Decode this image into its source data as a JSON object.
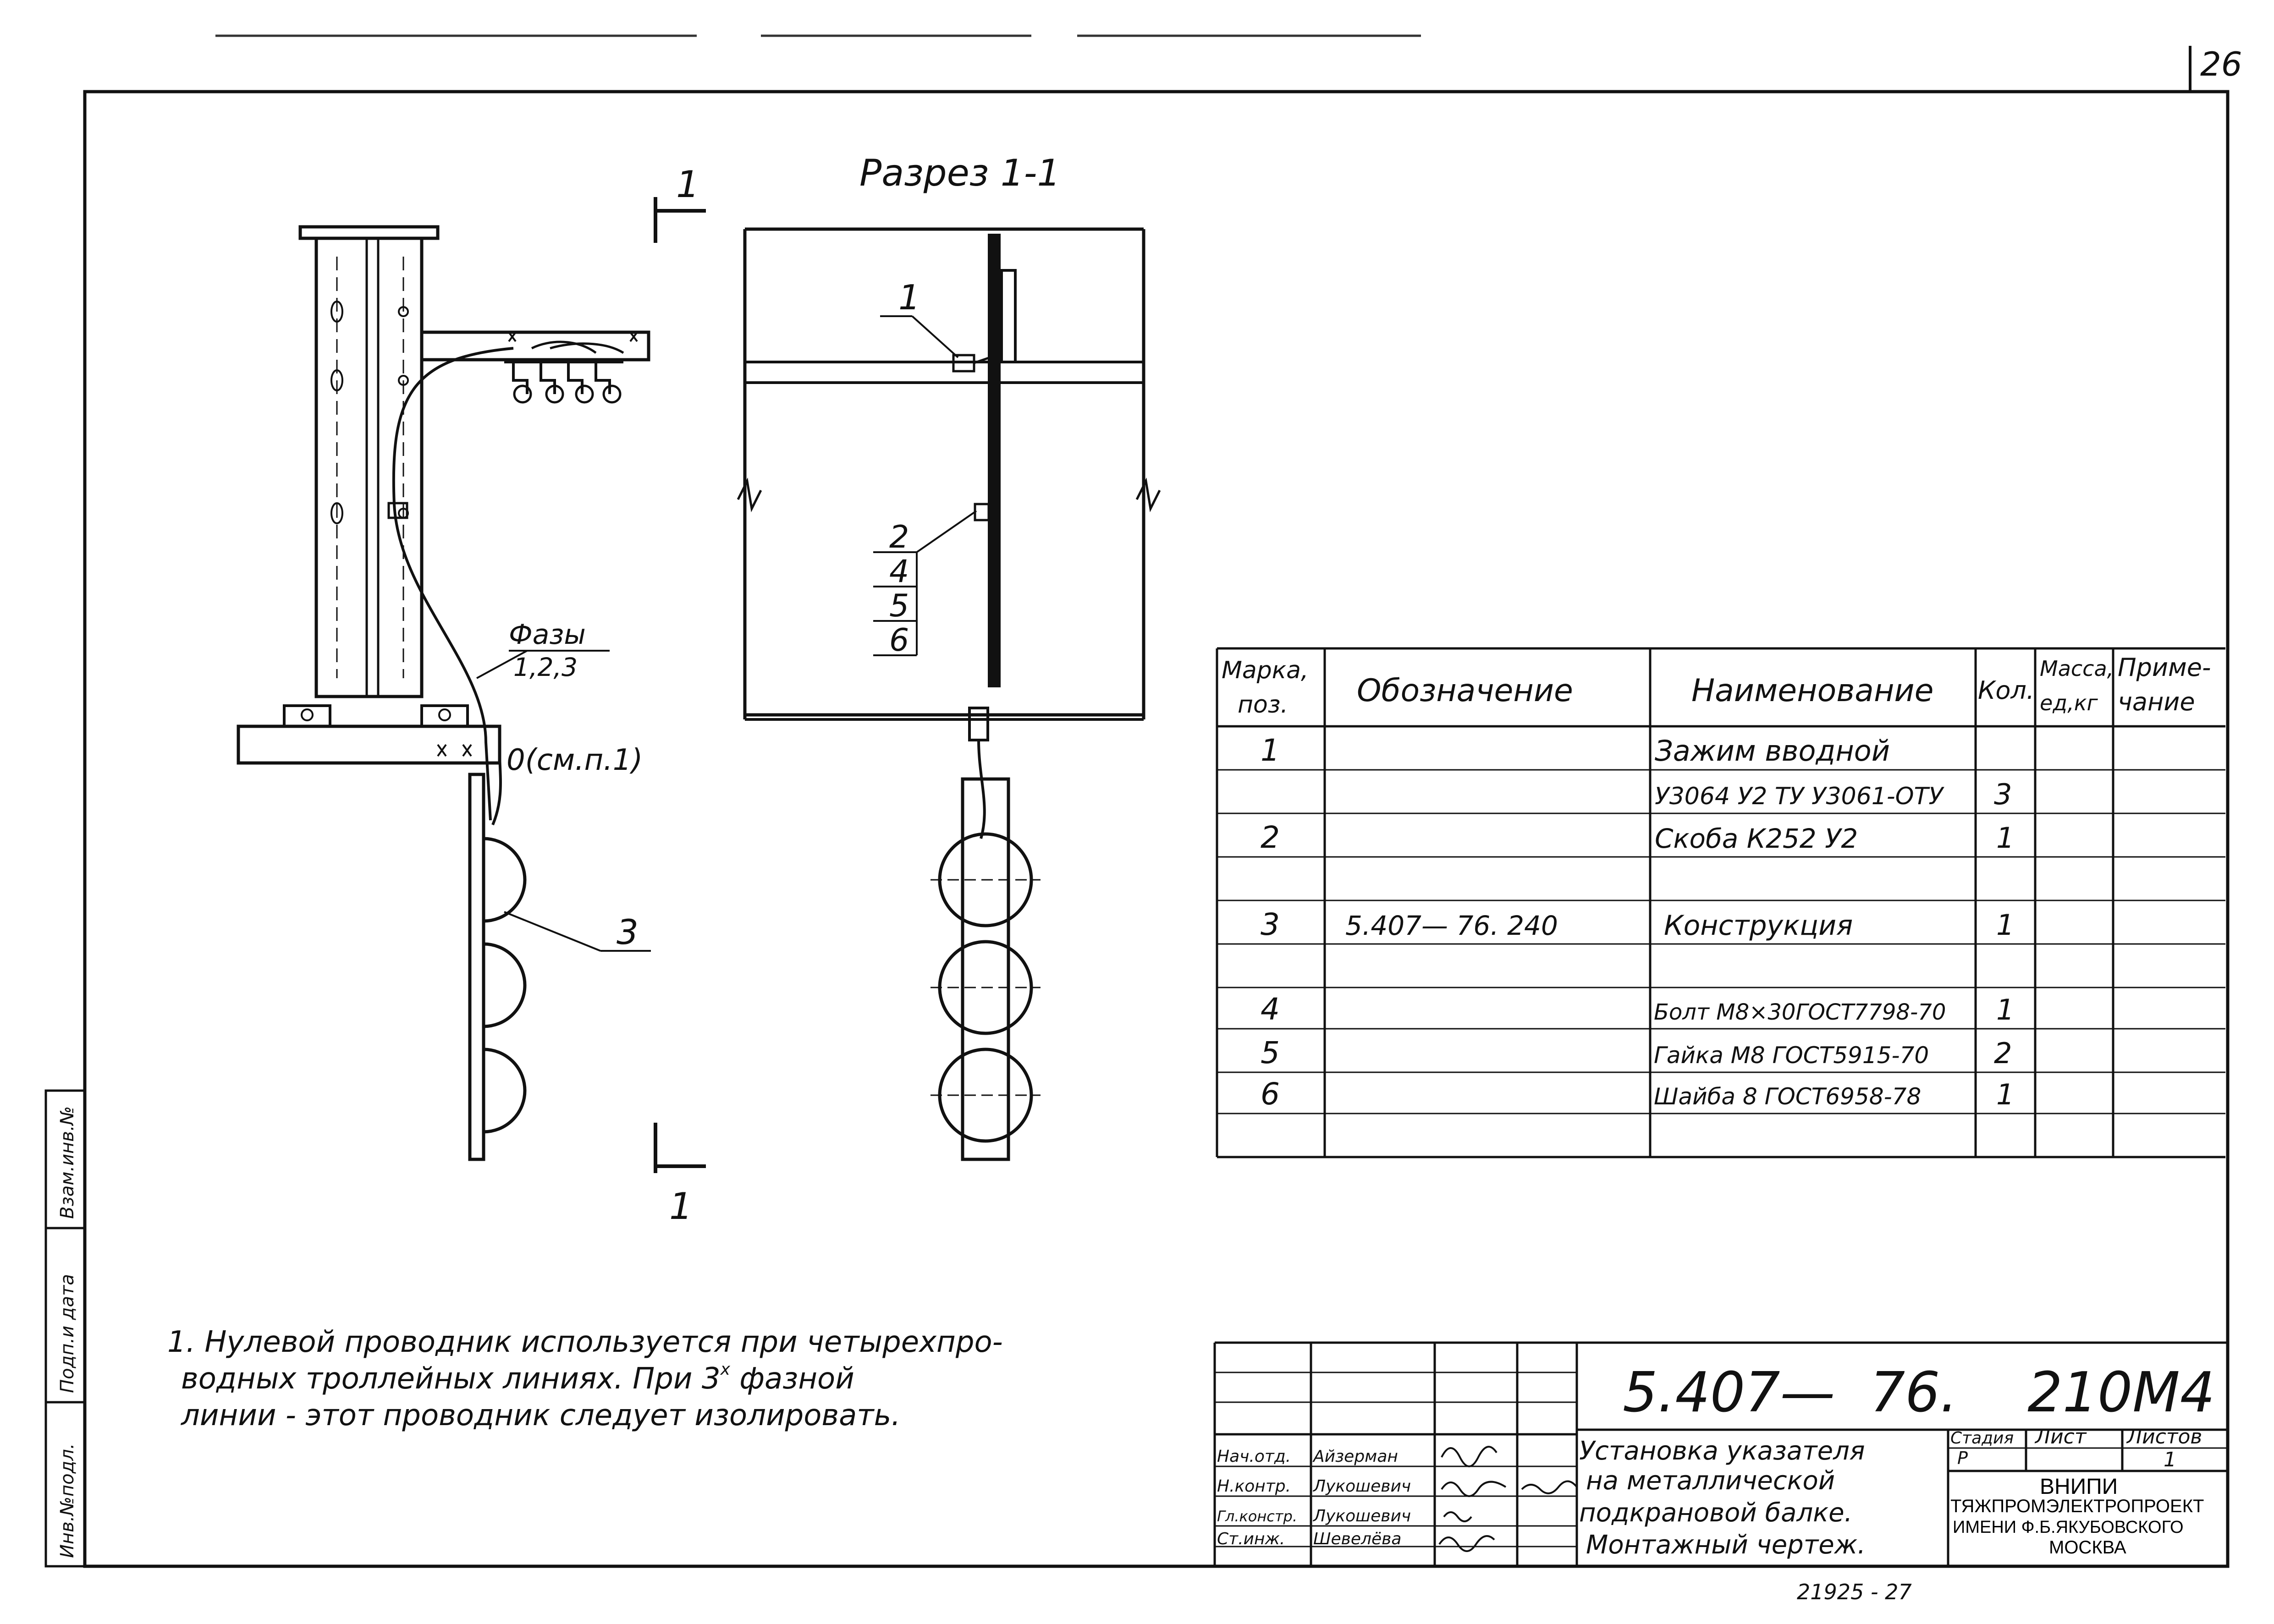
{
  "sheet_number": "26",
  "section_title": "Разрез 1-1",
  "section_mark": "1",
  "callouts": {
    "phases_label": "Фазы",
    "phases_numbers": "1,2,3",
    "neutral_label": "0(см.п.1)",
    "pos_3": "3",
    "pos_1": "1",
    "pos_stack": [
      "2",
      "4",
      "5",
      "6"
    ]
  },
  "spec_table": {
    "headers": {
      "mark": [
        "Марка,",
        "поз."
      ],
      "designation": "Обозначение",
      "name": "Наименование",
      "qty": "Кол.",
      "mass": [
        "Масса,",
        "ед,кг"
      ],
      "note": [
        "Приме-",
        "чание"
      ]
    },
    "rows": [
      {
        "mark": "1",
        "designation": "",
        "name": "Зажим вводной",
        "qty": ""
      },
      {
        "mark": "",
        "designation": "",
        "name": "У3064 У2 ТУ У3061-ОТУ",
        "qty": "3"
      },
      {
        "mark": "2",
        "designation": "",
        "name": "Скоба К252 У2",
        "qty": "1"
      },
      {
        "mark": "",
        "designation": "",
        "name": "",
        "qty": ""
      },
      {
        "mark": "3",
        "designation": "5.407— 76. 240",
        "name": "Конструкция",
        "qty": "1"
      },
      {
        "mark": "",
        "designation": "",
        "name": "",
        "qty": ""
      },
      {
        "mark": "4",
        "designation": "",
        "name": "Болт М8×30ГОСТ7798-70",
        "qty": "1"
      },
      {
        "mark": "5",
        "designation": "",
        "name": "Гайка М8 ГОСТ5915-70",
        "qty": "2"
      },
      {
        "mark": "6",
        "designation": "",
        "name": "Шайба 8 ГОСТ6958-78",
        "qty": "1"
      },
      {
        "mark": "",
        "designation": "",
        "name": "",
        "qty": ""
      }
    ]
  },
  "note": {
    "line1": "1. Нулевой проводник используется при четырехпро-",
    "line2a": "водных троллейных линиях. При 3",
    "line2sup": "х",
    "line2b": " фазной",
    "line3": "линии - этот проводник следует изолировать."
  },
  "title_block": {
    "code": "5.407—  76.    210М4",
    "title_lines": [
      "Установка указателя",
      "на металлической",
      "подкрановой балке.",
      "Монтажный чертеж."
    ],
    "stage_label": "Стадия",
    "sheet_label": "Лист",
    "sheets_label": "Листов",
    "stage_value": "Р",
    "sheets_value": "1",
    "org_lines": [
      "ВНИПИ",
      "ТЯЖПРОМЭЛЕКТРОПРОЕКТ",
      "ИМЕНИ Ф.Б.ЯКУБОВСКОГО",
      "МОСКВА"
    ],
    "roles": [
      {
        "role": "Нач.отд.",
        "name": "Айзерман"
      },
      {
        "role": "Н.контр.",
        "name": "Лукошевич"
      },
      {
        "role": "Гл.констр.",
        "name": "Лукошевич"
      },
      {
        "role": "Ст.инж.",
        "name": "Шевелёва"
      }
    ],
    "bottom_number": "21925 - 27"
  },
  "side_stamp": [
    "Инв.№подл.",
    "Подп.и дата",
    "Взам.инв.№"
  ]
}
